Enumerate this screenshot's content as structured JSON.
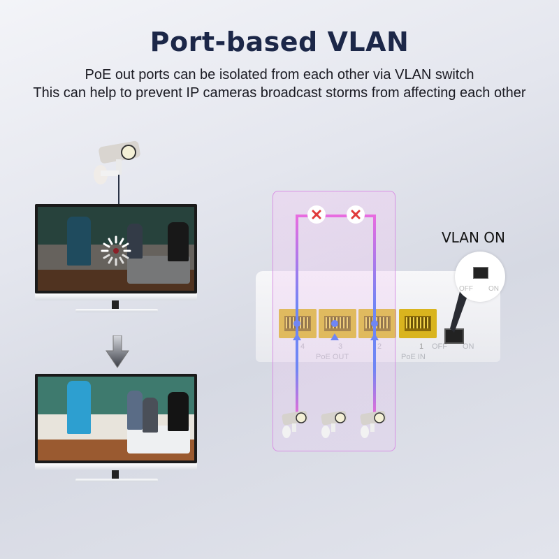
{
  "header": {
    "title": "Port-based VLAN",
    "subtitle_line1": "PoE out ports can be isolated from each other via VLAN switch",
    "subtitle_line2": "This can help to prevent IP cameras broadcast storms from affecting each other"
  },
  "left_illustration": {
    "top_monitor_state": "loading (broadcast storm)",
    "arrow_icon": "down-arrow-icon",
    "bottom_monitor_state": "clear video"
  },
  "device": {
    "ports": [
      {
        "label": "4"
      },
      {
        "label": "3"
      },
      {
        "label": "2"
      },
      {
        "label": "1"
      }
    ],
    "poe_out_label": "PoE OUT",
    "poe_in_label": "PoE IN",
    "switch_off_label": "OFF",
    "switch_on_label": "ON",
    "vlan_label": "VLAN ON",
    "isolation_marks": [
      "x",
      "x"
    ]
  },
  "colors": {
    "title": "#1c2748",
    "pink_line": "#e86ce0",
    "blue_line": "#6f86f5",
    "x_mark": "#e03a3a",
    "port_gold": "#d9b41e"
  }
}
